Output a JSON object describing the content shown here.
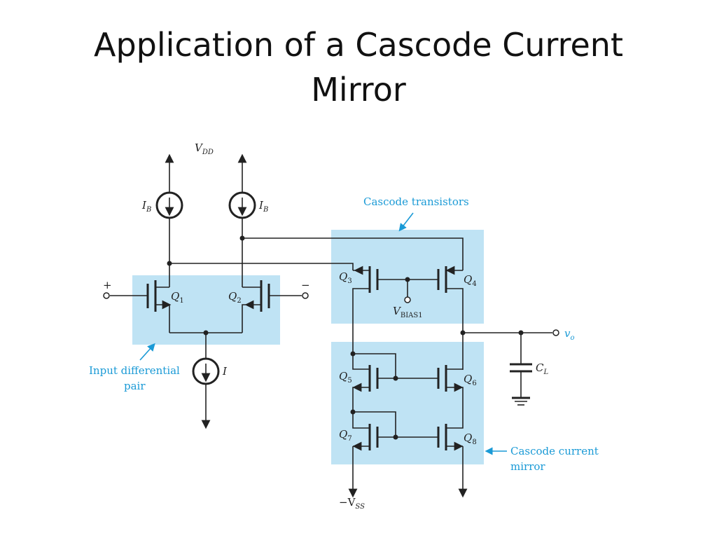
{
  "slide": {
    "title_line1": "Application of a Cascode Current",
    "title_line2": "Mirror"
  },
  "diagram": {
    "supply_top": {
      "main": "V",
      "sub": "DD"
    },
    "supply_bottom": {
      "main": "−V",
      "sub": "SS"
    },
    "bias_left": {
      "main": "I",
      "sub": "B"
    },
    "bias_right": {
      "main": "I",
      "sub": "B"
    },
    "tail_current": "I",
    "input_plus": "+",
    "input_minus": "−",
    "q1": {
      "main": "Q",
      "sub": "1"
    },
    "q2": {
      "main": "Q",
      "sub": "2"
    },
    "q3": {
      "main": "Q",
      "sub": "3"
    },
    "q4": {
      "main": "Q",
      "sub": "4"
    },
    "q5": {
      "main": "Q",
      "sub": "5"
    },
    "q6": {
      "main": "Q",
      "sub": "6"
    },
    "q7": {
      "main": "Q",
      "sub": "7"
    },
    "q8": {
      "main": "Q",
      "sub": "8"
    },
    "vbias": {
      "main": "V",
      "sub": "BIAS1"
    },
    "output": {
      "main": "v",
      "sub": "o"
    },
    "cap": {
      "main": "C",
      "sub": "L"
    },
    "annotations": {
      "cascode_transistors": "Cascode transistors",
      "input_pair_line1": "Input differential",
      "input_pair_line2": "pair",
      "cascode_mirror_line1": "Cascode current",
      "cascode_mirror_line2": "mirror"
    },
    "colors": {
      "highlight": "#bfe3f4",
      "annotation": "#1a9ad6",
      "wire": "#222222"
    }
  }
}
